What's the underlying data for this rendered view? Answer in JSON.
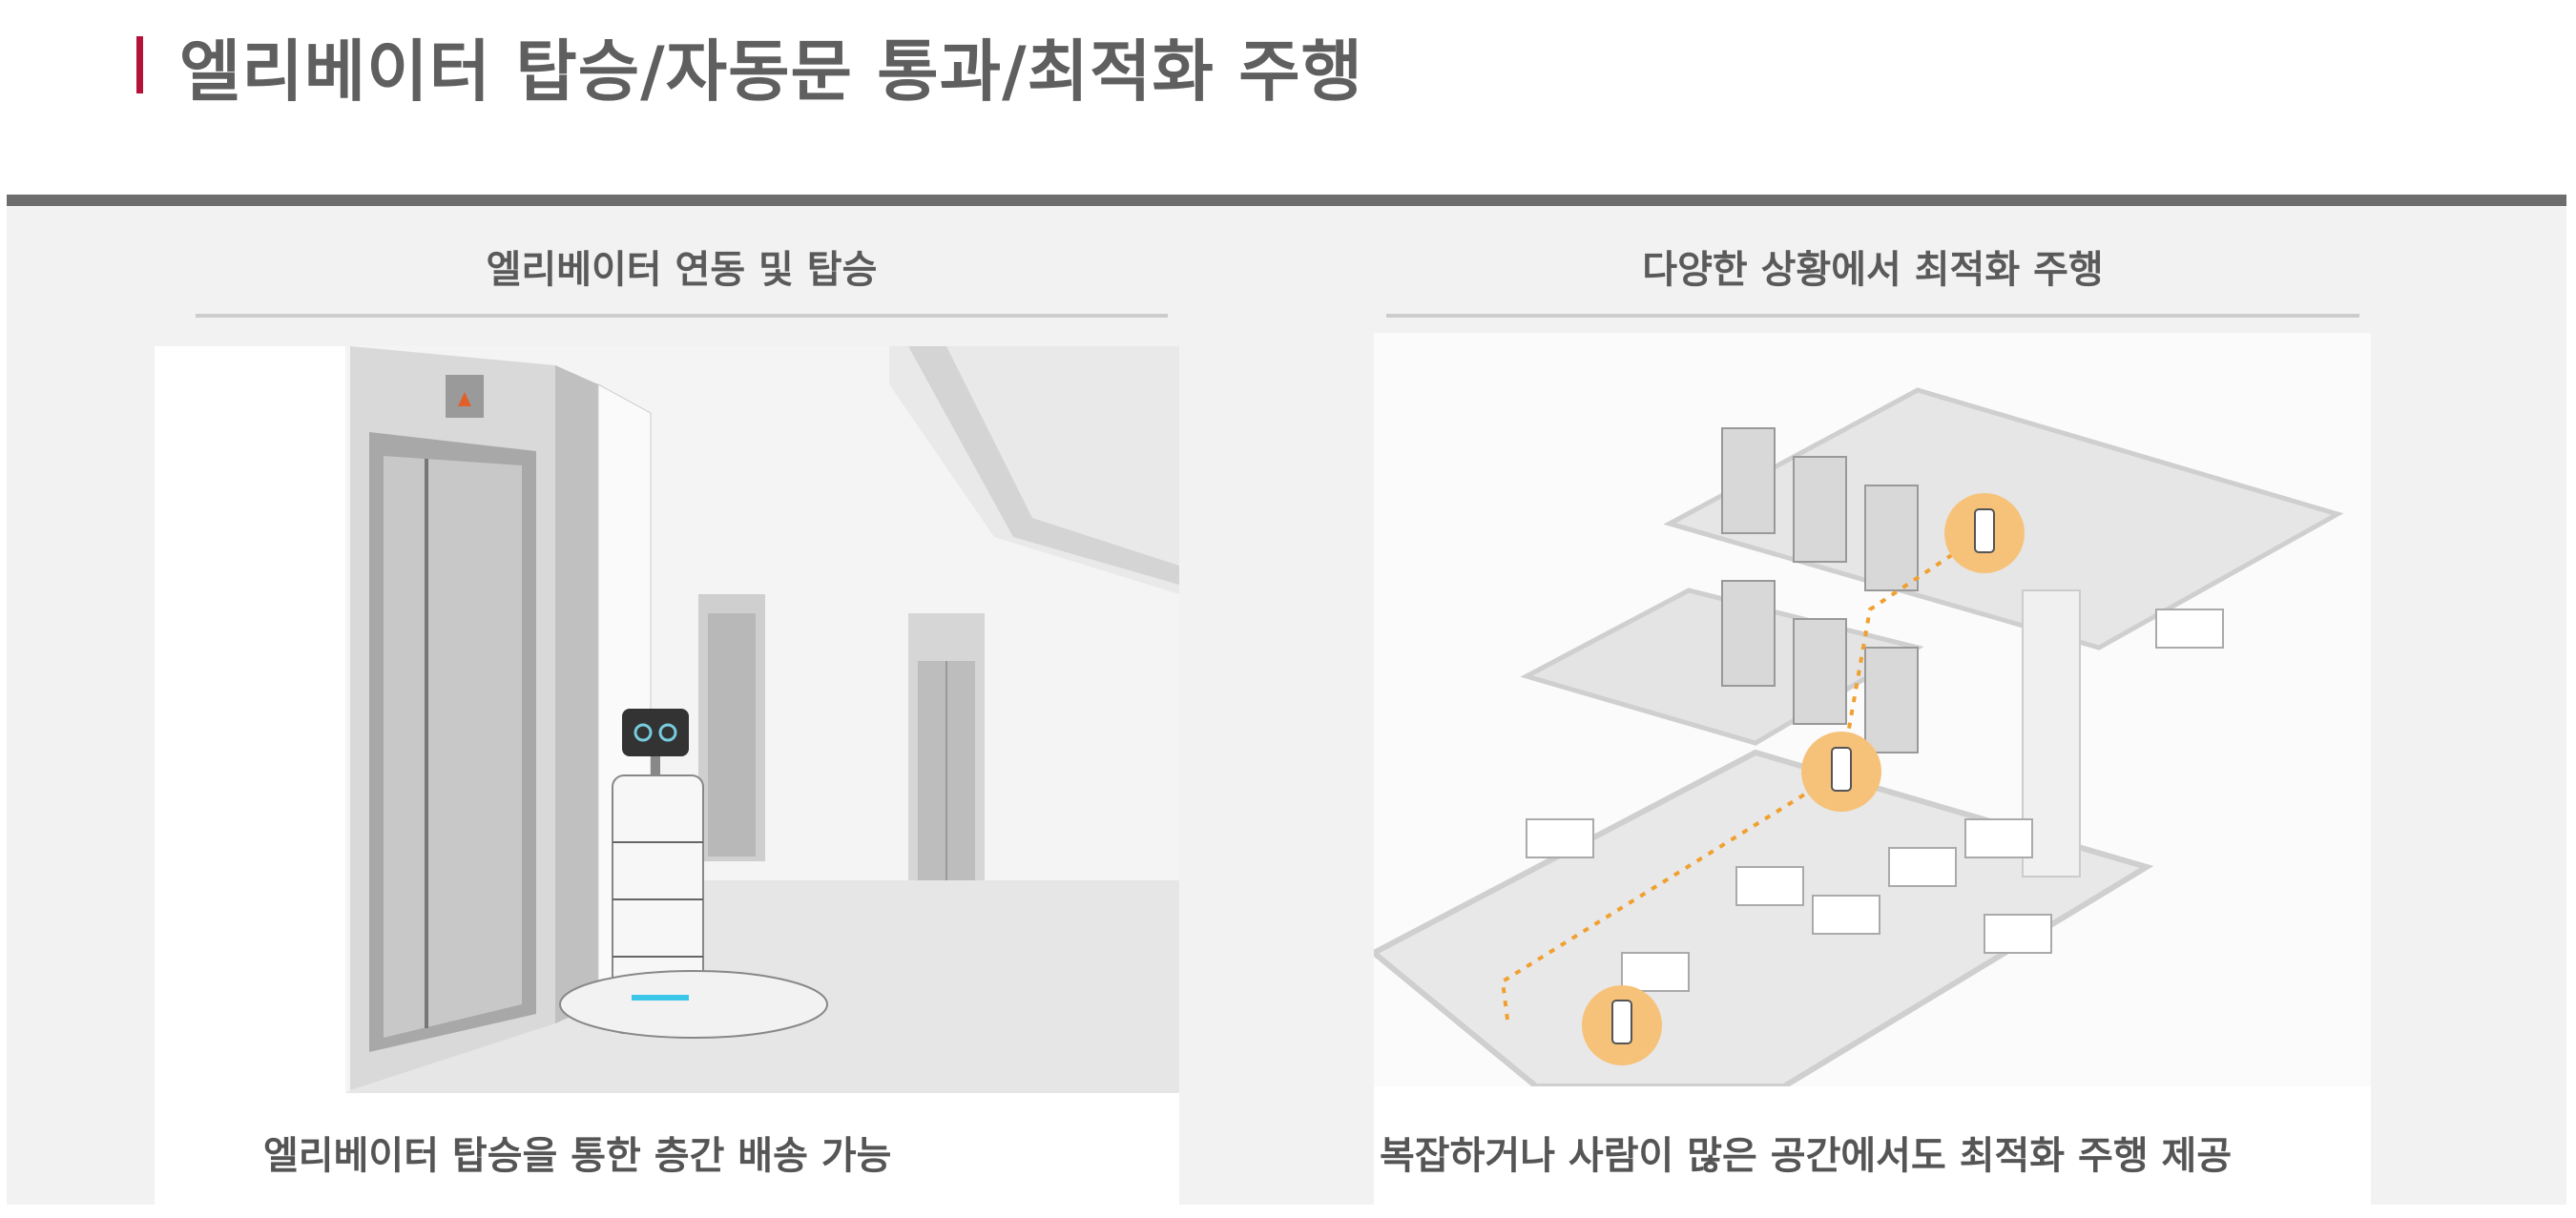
{
  "header": {
    "title": "엘리베이터 탑승/자동문 통과/최적화 주행"
  },
  "panels": [
    {
      "heading": "엘리베이터 연동 및 탑승",
      "caption": "엘리베이터 탑승을 통한 층간 배송 가능",
      "image": "elevator-hall-robot-illustration"
    },
    {
      "heading": "다양한 상황에서 최적화 주행",
      "caption": "복잡하거나 사람이 많은 공간에서도 최적화 주행 제공",
      "image": "isometric-building-route-illustration"
    }
  ],
  "colors": {
    "accent": "#b5123a",
    "band": "#6d6d6d",
    "panel_bg": "#f2f2f2",
    "route": "#f0a030"
  }
}
